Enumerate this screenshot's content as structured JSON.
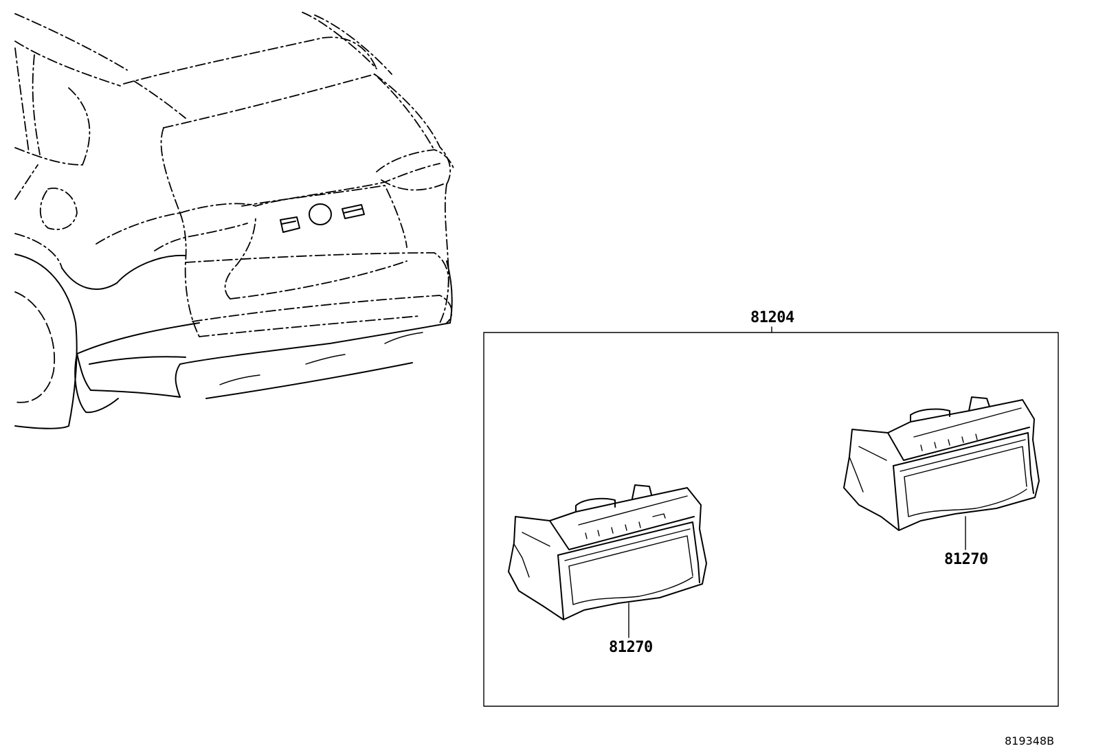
{
  "callouts": {
    "assembly": "81204",
    "part_left": "81270",
    "part_right": "81270"
  },
  "document_id": "819348B"
}
